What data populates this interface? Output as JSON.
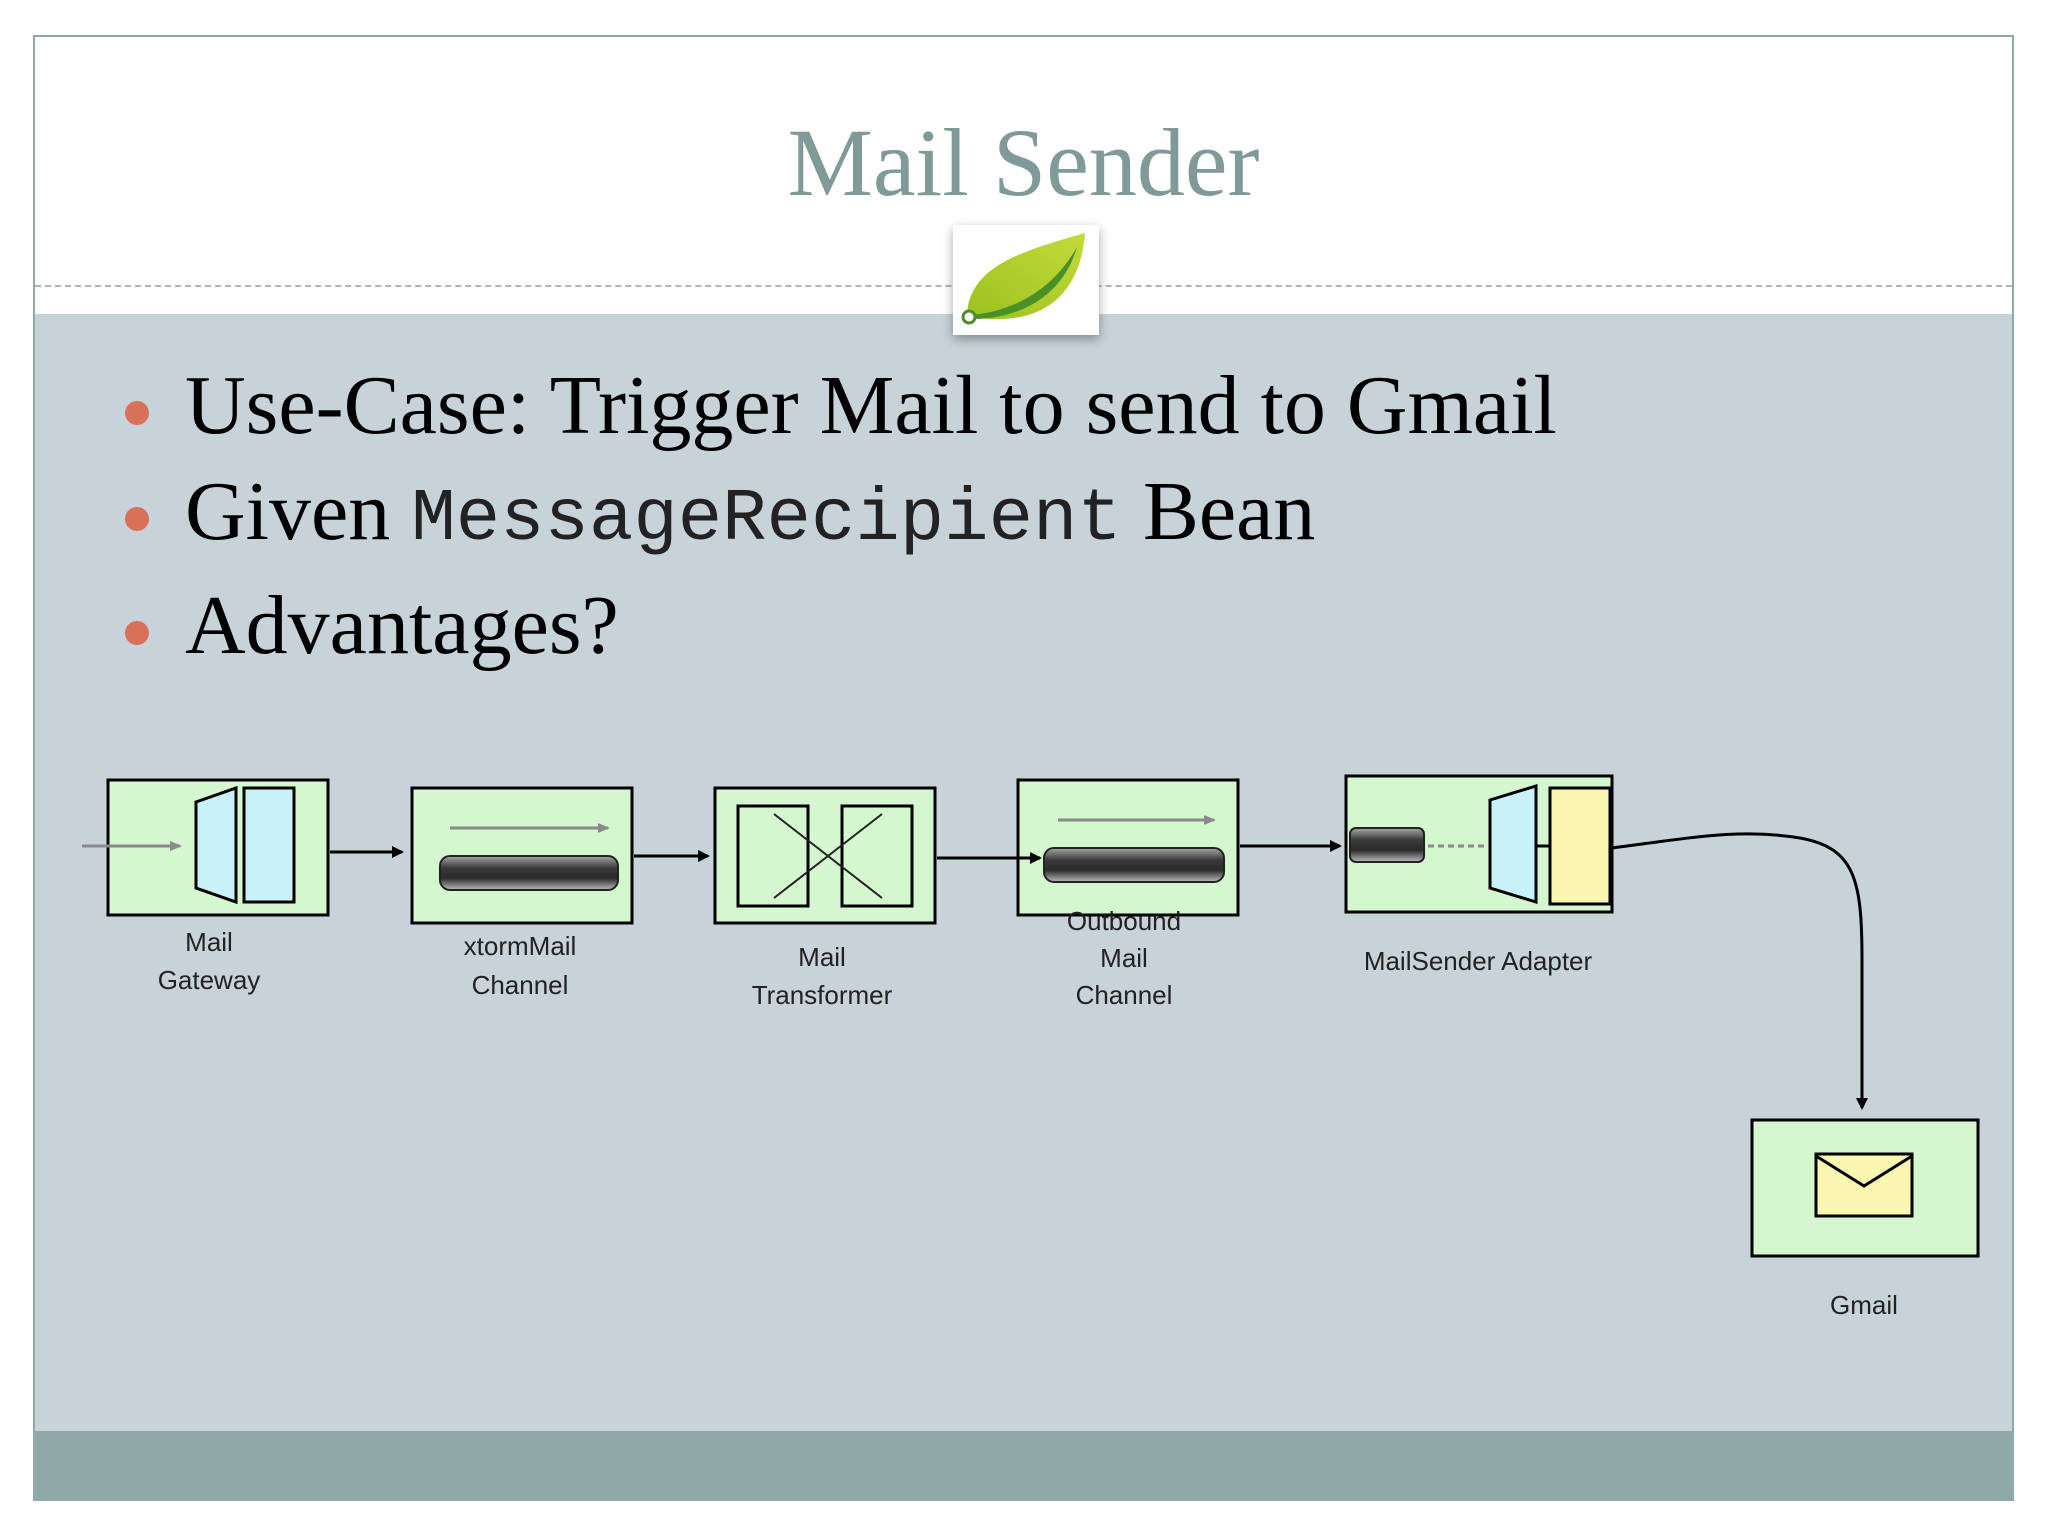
{
  "slide": {
    "title": "Mail Sender",
    "logo_icon": "spring-leaf-icon",
    "bullets": [
      {
        "text": "Use-Case: Trigger Mail to send to Gmail"
      },
      {
        "prefix": "Given",
        "code": "MessageRecipient",
        "suffix": "Bean"
      },
      {
        "text": "Advantages?"
      }
    ],
    "colors": {
      "title": "#7f9a98",
      "band": "#c8d2d9",
      "footer": "#8fa9a8",
      "bullet": "#d9705a",
      "node_fill": "#d4f7d0",
      "gateway_fill": "#c8f2f8",
      "adapter_fill": "#f8f6b0"
    }
  },
  "diagram": {
    "nodes": [
      {
        "id": "mail-gateway",
        "icon": "gateway-icon",
        "label_lines": [
          "Mail",
          "Gateway"
        ]
      },
      {
        "id": "xtorm-mail-channel",
        "icon": "channel-pipe-icon",
        "label_lines": [
          "xtormMail",
          "Channel"
        ]
      },
      {
        "id": "mail-transformer",
        "icon": "transformer-icon",
        "label_lines": [
          "Mail",
          "Transformer"
        ]
      },
      {
        "id": "outbound-mail-channel",
        "icon": "channel-pipe-icon",
        "label_lines": [
          "Outbound",
          "Mail",
          "Channel"
        ]
      },
      {
        "id": "mailsender-adapter",
        "icon": "adapter-icon",
        "label_lines": [
          "MailSender Adapter"
        ]
      },
      {
        "id": "gmail",
        "icon": "envelope-icon",
        "label_lines": [
          "Gmail"
        ]
      }
    ]
  }
}
